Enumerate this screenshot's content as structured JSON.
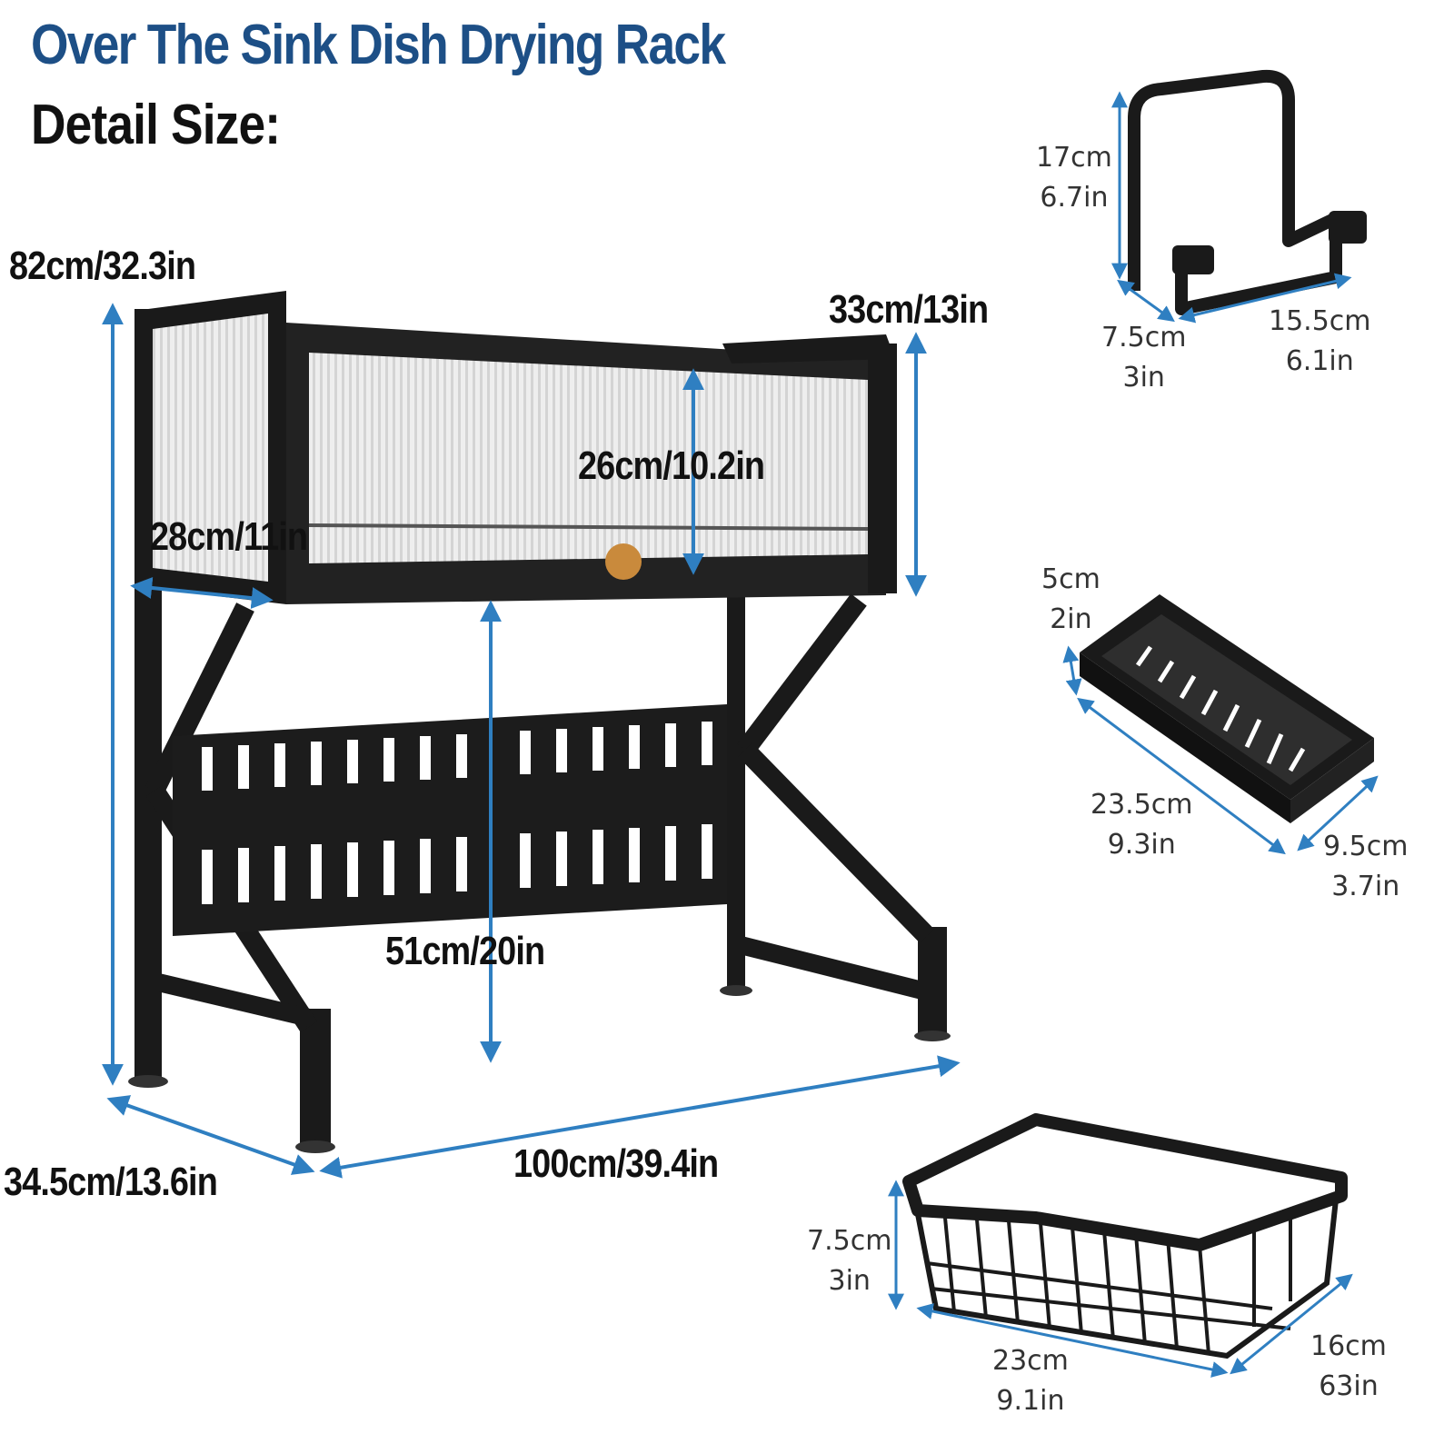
{
  "header": {
    "title": "Over The Sink Dish Drying Rack",
    "subtitle": "Detail Size:"
  },
  "rack": {
    "height": "82cm/32.3in",
    "cabinet_height": "33cm/13in",
    "inner_height": "26cm/10.2in",
    "cabinet_depth": "28cm/11in",
    "clearance": "51cm/20in",
    "depth": "34.5cm/13.6in",
    "width": "100cm/39.4in"
  },
  "holder": {
    "height_cm": "17cm",
    "height_in": "6.7in",
    "depth_cm": "7.5cm",
    "depth_in": "3in",
    "width_cm": "15.5cm",
    "width_in": "6.1in"
  },
  "tray": {
    "height_cm": "5cm",
    "height_in": "2in",
    "length_cm": "23.5cm",
    "length_in": "9.3in",
    "width_cm": "9.5cm",
    "width_in": "3.7in"
  },
  "basket": {
    "height_cm": "7.5cm",
    "height_in": "3in",
    "length_cm": "23cm",
    "length_in": "9.1in",
    "width_cm": "16cm",
    "width_in": "63in"
  },
  "colors": {
    "title": "#1d4f86",
    "dimension_arrow": "#2f7fc1",
    "frame": "#1a1a1a",
    "panel": "#e6e6e6",
    "knob": "#c98a3c"
  },
  "icons": {
    "dimension_arrow": "arrow-line"
  }
}
